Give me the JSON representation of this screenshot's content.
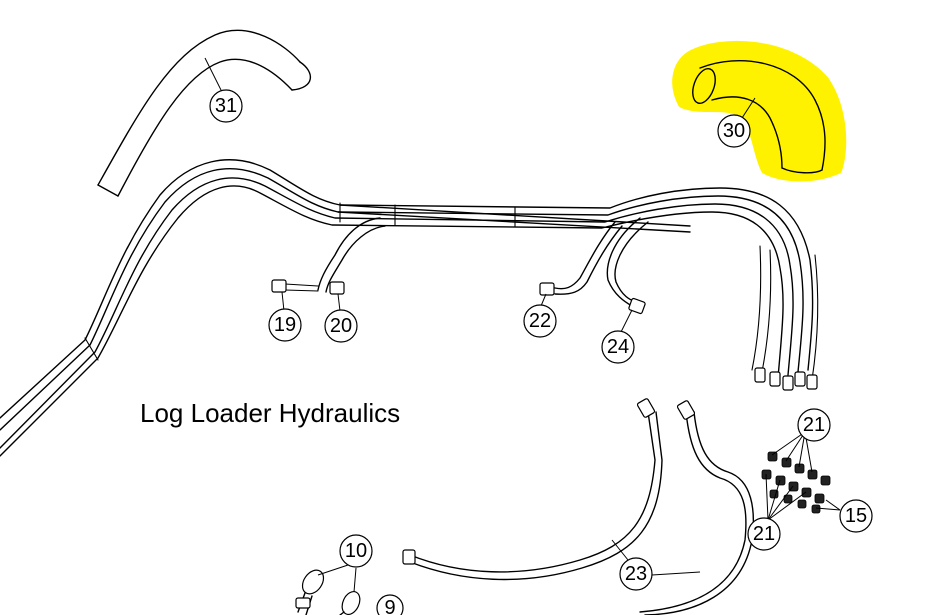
{
  "diagram": {
    "title": "Log Loader Hydraulics",
    "highlight_color": "#fff200",
    "callouts": {
      "c31": "31",
      "c30": "30",
      "c19": "19",
      "c20": "20",
      "c22": "22",
      "c24": "24",
      "c21a": "21",
      "c21b": "21",
      "c15": "15",
      "c10": "10",
      "c23": "23",
      "c9": "9"
    }
  }
}
